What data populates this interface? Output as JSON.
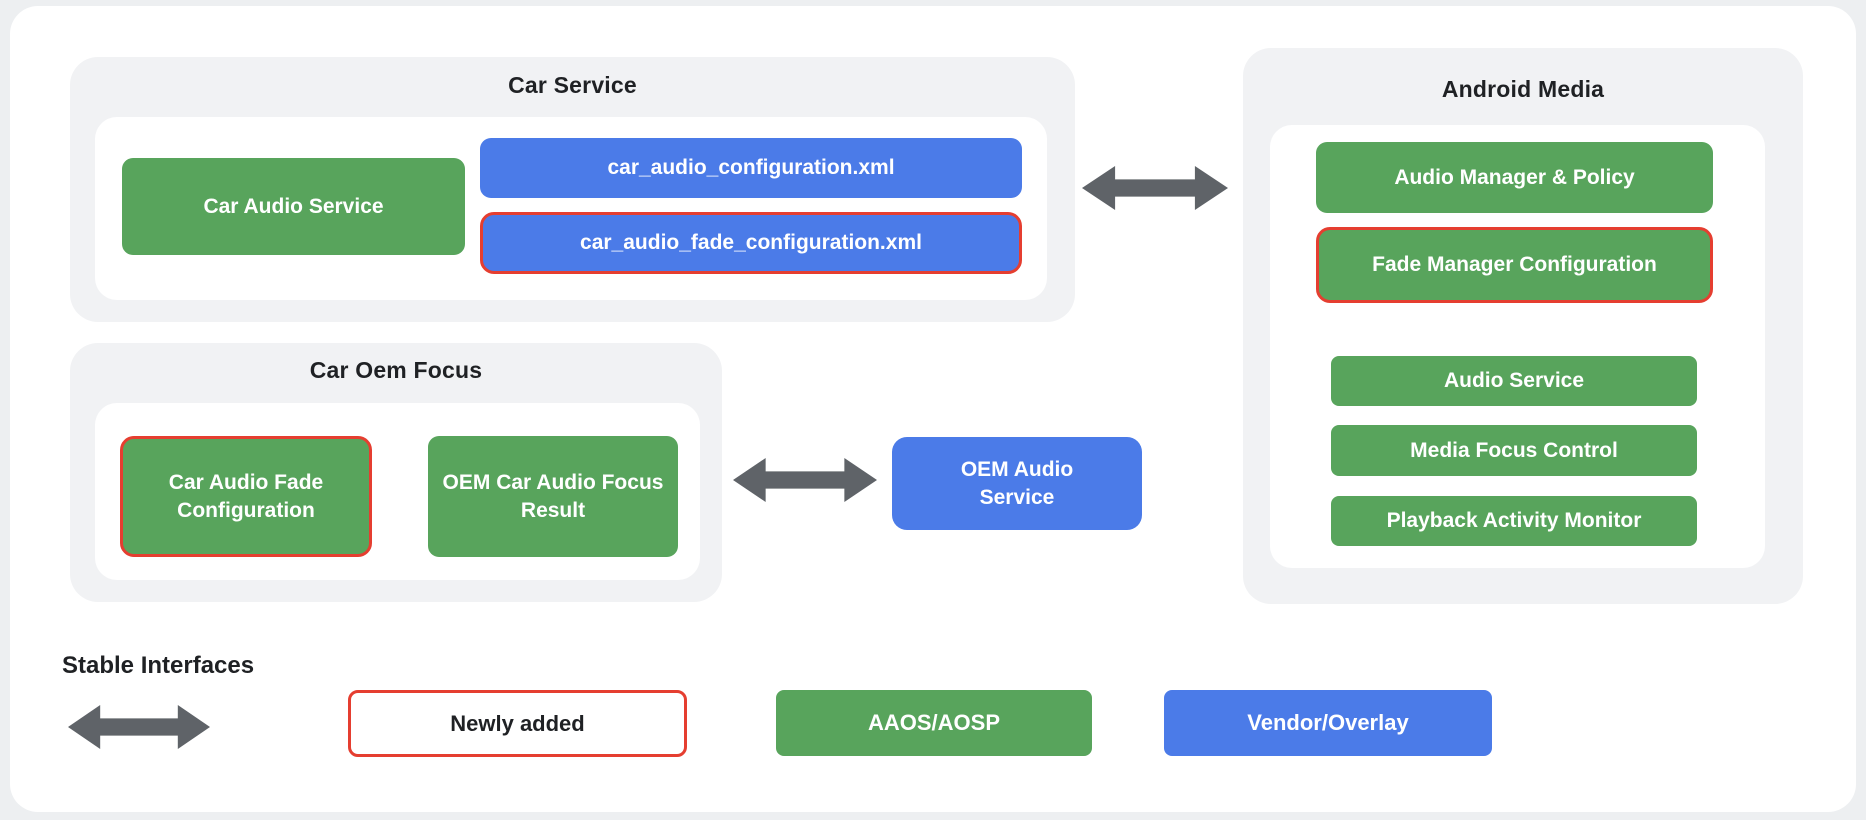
{
  "palette": {
    "outer_bg": "#edeff1",
    "page_bg": "#ffffff",
    "container_gray": "#f1f2f4",
    "green": "#58a45c",
    "blue": "#4b7be8",
    "red": "#e53e30",
    "arrow_gray": "#5f6368",
    "title_text": "#1f2124",
    "box_text": "#ffffff"
  },
  "groups": {
    "car_service": {
      "title": "Car Service",
      "boxes": {
        "car_audio_service": "Car Audio Service",
        "config_xml": "car_audio_configuration.xml",
        "fade_config_xml": "car_audio_fade_configuration.xml"
      }
    },
    "android_media": {
      "title": "Android Media",
      "boxes": {
        "audio_manager": "Audio Manager & Policy",
        "fade_manager": "Fade Manager Configuration",
        "audio_service": "Audio Service",
        "media_focus": "Media Focus Control",
        "playback_monitor": "Playback Activity Monitor"
      }
    },
    "car_oem_focus": {
      "title": "Car Oem Focus",
      "boxes": {
        "fade_configuration": "Car Audio Fade Configuration",
        "focus_result": "OEM Car Audio Focus Result"
      }
    },
    "oem_audio_service": {
      "label": "OEM Audio Service"
    }
  },
  "legend": {
    "stable_interfaces": "Stable Interfaces",
    "newly_added": "Newly added",
    "aaos_aosp": "AAOS/AOSP",
    "vendor_overlay": "Vendor/Overlay"
  },
  "icons": {
    "double_arrow": "double-arrow-icon"
  }
}
